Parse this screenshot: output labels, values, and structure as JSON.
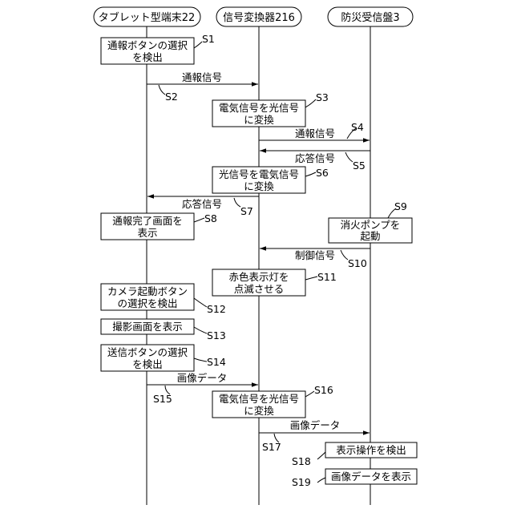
{
  "participants": {
    "tablet": "タブレット型端末22",
    "converter": "信号変換器216",
    "receiver": "防災受信盤3"
  },
  "boxes": {
    "s1": [
      "通報ボタンの選択",
      "を検出"
    ],
    "s3": [
      "電気信号を光信号",
      "に変換"
    ],
    "s6": [
      "光信号を電気信号",
      "に変換"
    ],
    "s8": [
      "通報完了画面を",
      "表示"
    ],
    "s9": [
      "消火ポンプを",
      "起動"
    ],
    "s11": [
      "赤色表示灯を",
      "点滅させる"
    ],
    "s12": [
      "カメラ起動ボタン",
      "の選択を検出"
    ],
    "s13": [
      "撮影画面を表示"
    ],
    "s14": [
      "送信ボタンの選択",
      "を検出"
    ],
    "s16": [
      "電気信号を光信号",
      "に変換"
    ],
    "s18": [
      "表示操作を検出"
    ],
    "s19": [
      "画像データを表示"
    ]
  },
  "messages": {
    "s2": "通報信号",
    "s4": "通報信号",
    "s5": "応答信号",
    "s7": "応答信号",
    "s10": "制御信号",
    "s15": "画像データ",
    "s17": "画像データ"
  },
  "steps": {
    "s1": "S1",
    "s2": "S2",
    "s3": "S3",
    "s4": "S4",
    "s5": "S5",
    "s6": "S6",
    "s7": "S7",
    "s8": "S8",
    "s9": "S9",
    "s10": "S10",
    "s11": "S11",
    "s12": "S12",
    "s13": "S13",
    "s14": "S14",
    "s15": "S15",
    "s16": "S16",
    "s17": "S17",
    "s18": "S18",
    "s19": "S19"
  }
}
